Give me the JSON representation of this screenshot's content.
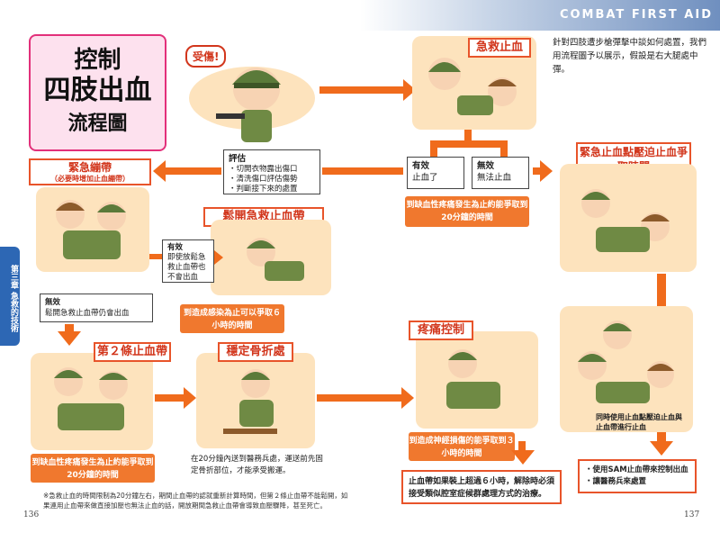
{
  "header": {
    "title": "COMBAT FIRST AID"
  },
  "title": {
    "line1": "控制",
    "line2": "四肢出血",
    "line3": "流程圖"
  },
  "intro": "針對四肢遭步槍彈擊中談如何處置，我們用流程圖予以展示，假設是右大腿處中彈。",
  "side_tab": "第三章 急救的技術",
  "speech": "受傷!",
  "labels": {
    "tourniquet_emergency": "急救止血",
    "emergency_bandage": "緊急繃帶",
    "emergency_bandage_sub": "（必要時增加止血繃帶）",
    "loosen_tourniquet": "鬆開急救止血帶",
    "pressure_point": "緊急止血點壓迫止血爭取時間",
    "second_tourniquet": "第２條止血帶",
    "splint": "穩定骨折處",
    "pain_control": "疼痛控制"
  },
  "assess": {
    "heading": "評估",
    "items": [
      "・切開衣物露出傷口",
      "・清洗傷口評估傷勢",
      "・判斷接下來的處置"
    ]
  },
  "effective1": {
    "heading": "有效",
    "text": "止血了"
  },
  "ineffective1": {
    "heading": "無效",
    "text": "無法止血"
  },
  "effective2": {
    "heading": "有效",
    "text": "即使放鬆急救止血帶也不會出血"
  },
  "ineffective2": {
    "heading": "無效",
    "text": "鬆開急救止血帶仍會出血"
  },
  "notes": {
    "shock_20min": "到缺血性疼痛發生為止約能爭取到20分鐘的時間",
    "infection_6h": "到造成感染為止可以爭取６小時的時間",
    "shock_20min_b": "到缺血性疼痛發生為止約能爭取到20分鐘的時間",
    "nerve_3h": "到造成神經損傷的能爭取到３小時的時間"
  },
  "splint_note": "在20分鐘內送到醫務兵處，運送前先固定骨折部位，才能承受搬運。",
  "pressure_note": "同時使用止血點壓迫止血與止血帶進行止血",
  "final_left": "止血帶如果裝上超過６小時，解除時必須接受類似腔室症候群處理方式的治療。",
  "final_right": [
    "・使用SAM止血帶來控制出血",
    "・讓醫務兵來處置"
  ],
  "footnote": "※急救止血的時間限制為20分鐘左右，期間止血帶的認就重新計算時間，但第２條止血帶不能鬆開，如果連用止血帶來做直接加壓也無法止血的話，開放期間急救止血帶會導致血壓驟降，甚至死亡。",
  "page_left": "136",
  "page_right": "137",
  "colors": {
    "accent": "#f06b1c",
    "label_red": "#d2361c",
    "title_pink": "#fde1ee",
    "panel_peach": "#fde3bd",
    "tab_blue": "#2d67b4"
  }
}
